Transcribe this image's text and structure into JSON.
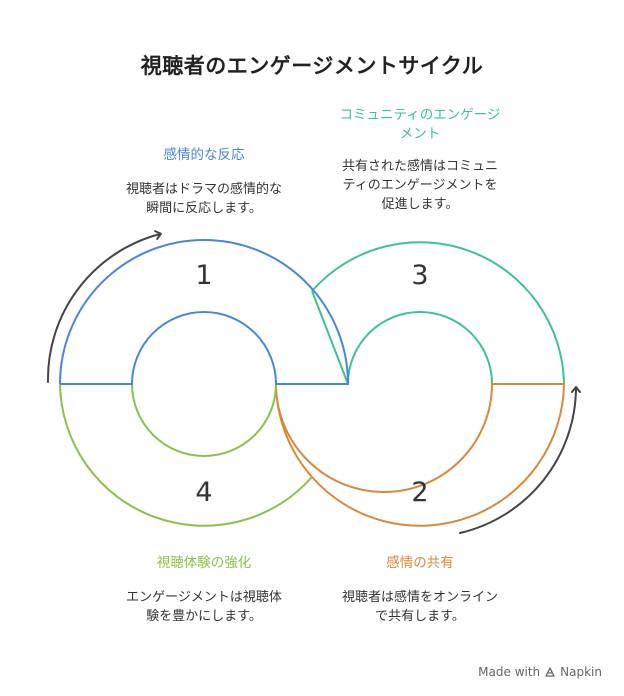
{
  "title": "視聴者のエンゲージメントサイクル",
  "colors": {
    "blue": "#4a86d6",
    "teal": "#3cc48f",
    "orange": "#d9893a",
    "green": "#8fbf4b",
    "arrow": "#444444"
  },
  "stages": [
    {
      "number": "1",
      "heading": "感情的な反応",
      "description_line1": "視聴者はドラマの感情的な",
      "description_line2": "瞬間に反応します。"
    },
    {
      "number": "2",
      "heading": "感情の共有",
      "description_line1": "視聴者は感情をオンライン",
      "description_line2": "で共有します。"
    },
    {
      "number": "3",
      "heading_line1": "コミュニティのエンゲージ",
      "heading_line2": "メント",
      "description_line1": "共有された感情はコミュニ",
      "description_line2": "ティのエンゲージメントを",
      "description_line3": "促進します。"
    },
    {
      "number": "4",
      "heading": "視聴体験の強化",
      "description_line1": "エンゲージメントは視聴体",
      "description_line2": "験を豊かにします。"
    }
  ],
  "footer": {
    "made_with": "Made with",
    "brand": "Napkin",
    "icon": "napkin-logo-icon"
  }
}
